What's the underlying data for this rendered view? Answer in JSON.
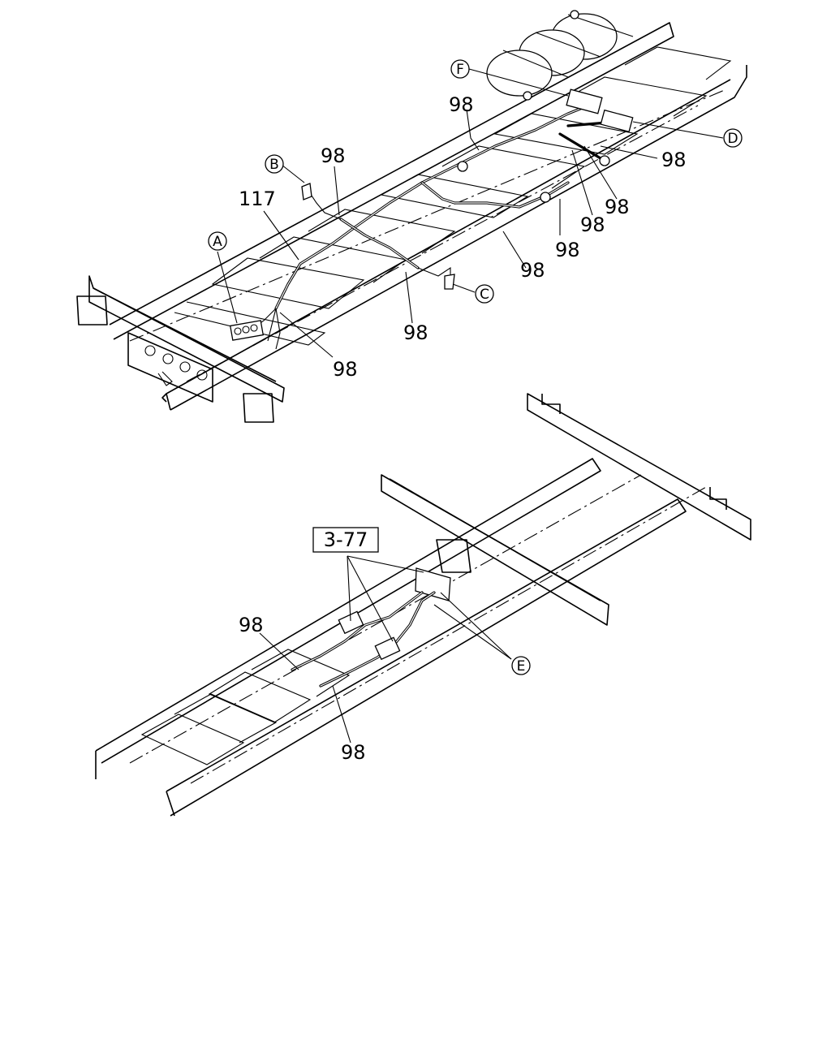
{
  "callouts": {
    "a": "A",
    "b": "B",
    "c": "C",
    "d": "D",
    "e": "E",
    "f": "F"
  },
  "part_numbers": {
    "harness_main": "117",
    "clip": "98",
    "connector_ref": "3-77"
  }
}
